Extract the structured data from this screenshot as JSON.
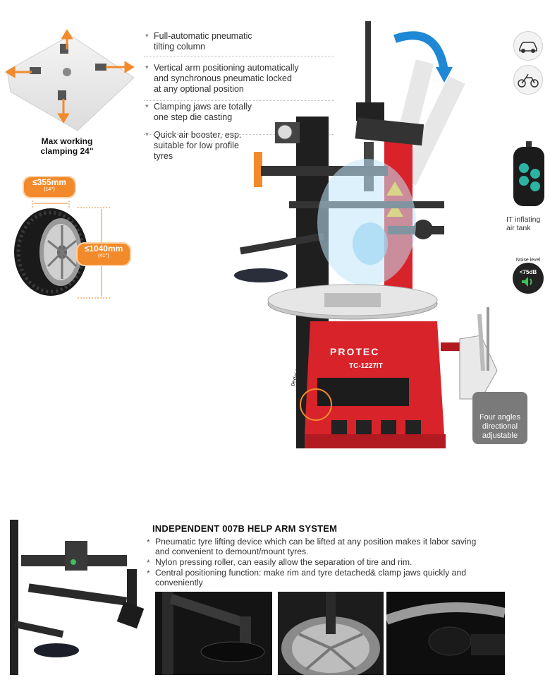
{
  "clamping": {
    "caption_line1": "Max working",
    "caption_line2": "clamping 24\""
  },
  "tyre": {
    "width_main": "≤355mm",
    "width_sub": "(14\")",
    "height_main": "≤1040mm",
    "height_sub": "(41\")"
  },
  "features": [
    {
      "line1": "Full-automatic pneumatic",
      "line2": "tilting column"
    },
    {
      "line1": "Vertical arm positioning automatically",
      "line2": "and synchronous pneumatic locked",
      "line3": "at any optional position"
    },
    {
      "line1": "Clamping jaws are totally",
      "line2": "one step die casting"
    },
    {
      "line1": "Quick air booster, esp.",
      "line2": "suitable for low profile",
      "line3": "tyres"
    }
  ],
  "machine": {
    "brand": "PROTEC",
    "model": "TC-1227IT",
    "pedal_label": "pedal for IT inflating"
  },
  "right_panel": {
    "tank_label_line1": "IT inflating",
    "tank_label_line2": "air tank",
    "noise_label": "Noise level",
    "noise_value": "<75dB",
    "angles_line1": "Four angles",
    "angles_line2": "directional",
    "angles_line3": "adjustable"
  },
  "help_arm": {
    "title": "INDEPENDENT 007B HELP ARM SYSTEM",
    "points": [
      {
        "line1": "Pneumatic tyre lifting device which can be lifted at any position makes it labor saving",
        "line2": "and convenient to demount/mount tyres."
      },
      {
        "line1": "Nylon pressing roller, can easily allow the separation of tire and rim.",
        "line2": ""
      },
      {
        "line1": "Central positioning function: make rim and tyre detached& clamp jaws quickly and",
        "line2": "conveniently"
      }
    ]
  },
  "colors": {
    "machine_red": "#d8232a",
    "accent_orange": "#f28a2b",
    "arrow_blue": "#1e88d6",
    "label_gray": "#7a7a7a"
  }
}
